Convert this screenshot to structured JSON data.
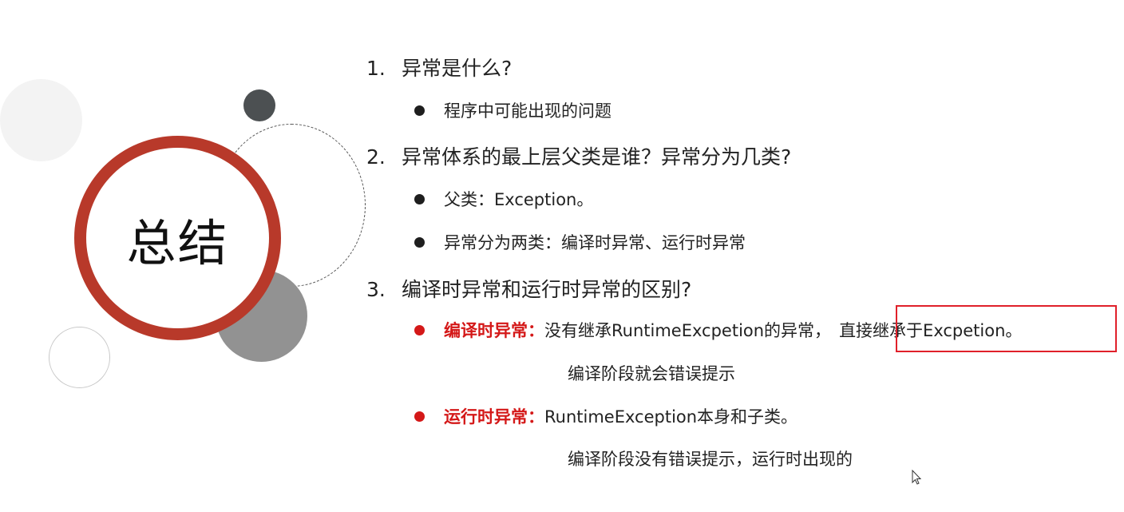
{
  "slide": {
    "title": "总结",
    "questions": [
      {
        "number": "1.",
        "text": "异常是什么?",
        "bullets": [
          {
            "text": "程序中可能出现的问题"
          }
        ]
      },
      {
        "number": "2.",
        "text": "异常体系的最上层父类是谁？异常分为几类?",
        "bullets": [
          {
            "text": "父类：Exception。"
          },
          {
            "text": "异常分为两类：编译时异常、运行时异常"
          }
        ]
      },
      {
        "number": "3.",
        "text": "编译时异常和运行时异常的区别?",
        "bullets": [
          {
            "label": "编译时异常：",
            "text": "没有继承RuntimeExcpetion的异常，",
            "highlight": "直接继承于Excpetion。",
            "subline": "编译阶段就会错误提示"
          },
          {
            "label": "运行时异常：",
            "text": "RuntimeException本身和子类。",
            "subline": "编译阶段没有错误提示，运行时出现的"
          }
        ]
      }
    ]
  },
  "colors": {
    "accent_red": "#b8392a",
    "label_red": "#d41818",
    "highlight_box": "#e0202a"
  }
}
